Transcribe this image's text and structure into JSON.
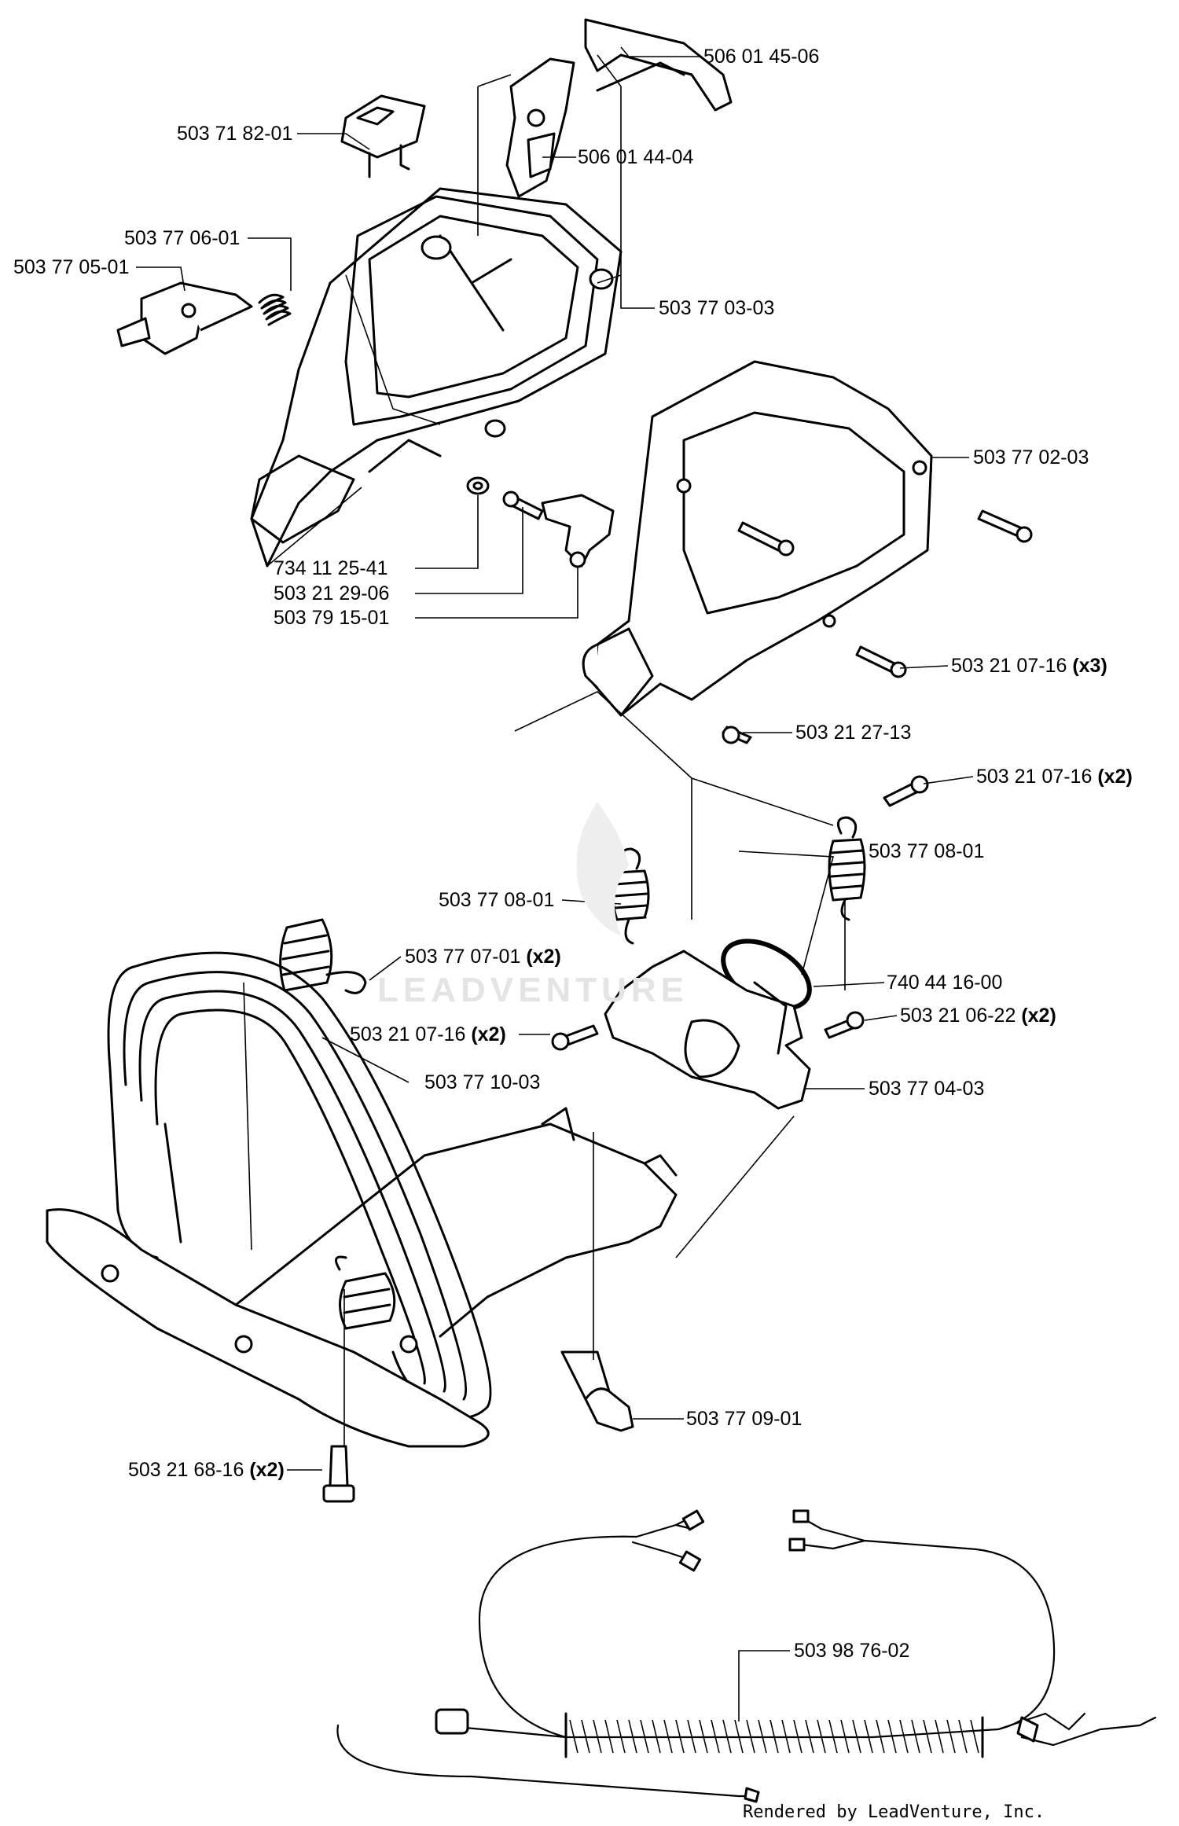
{
  "watermark": "LEADVENTURE",
  "credit": "Rendered by LeadVenture, Inc.",
  "parts": [
    {
      "number": "506 01 45-06",
      "qty": ""
    },
    {
      "number": "503 71 82-01",
      "qty": ""
    },
    {
      "number": "506 01 44-04",
      "qty": ""
    },
    {
      "number": "503 77 06-01",
      "qty": ""
    },
    {
      "number": "503 77 05-01",
      "qty": ""
    },
    {
      "number": "503 77 03-03",
      "qty": ""
    },
    {
      "number": "503 77 02-03",
      "qty": ""
    },
    {
      "number": "734 11 25-41",
      "qty": ""
    },
    {
      "number": "503 21 29-06",
      "qty": ""
    },
    {
      "number": "503 79 15-01",
      "qty": ""
    },
    {
      "number": "503 21 07-16",
      "qty": "(x3)"
    },
    {
      "number": "503  21 27-13",
      "qty": ""
    },
    {
      "number": "503 21 07-16",
      "qty": "(x2)"
    },
    {
      "number": "503 77 08-01",
      "qty": ""
    },
    {
      "number": "503 77 08-01",
      "qty": ""
    },
    {
      "number": "503 77 07-01",
      "qty": "(x2)"
    },
    {
      "number": "740 44 16-00",
      "qty": ""
    },
    {
      "number": "503 21 07-16",
      "qty": "(x2)"
    },
    {
      "number": "503 21 06-22",
      "qty": "(x2)"
    },
    {
      "number": "503 77 10-03",
      "qty": ""
    },
    {
      "number": "503 77 04-03",
      "qty": ""
    },
    {
      "number": "503 77 09-01",
      "qty": ""
    },
    {
      "number": "503 21 68-16",
      "qty": "(x2)"
    },
    {
      "number": "503 98 76-02",
      "qty": ""
    }
  ]
}
